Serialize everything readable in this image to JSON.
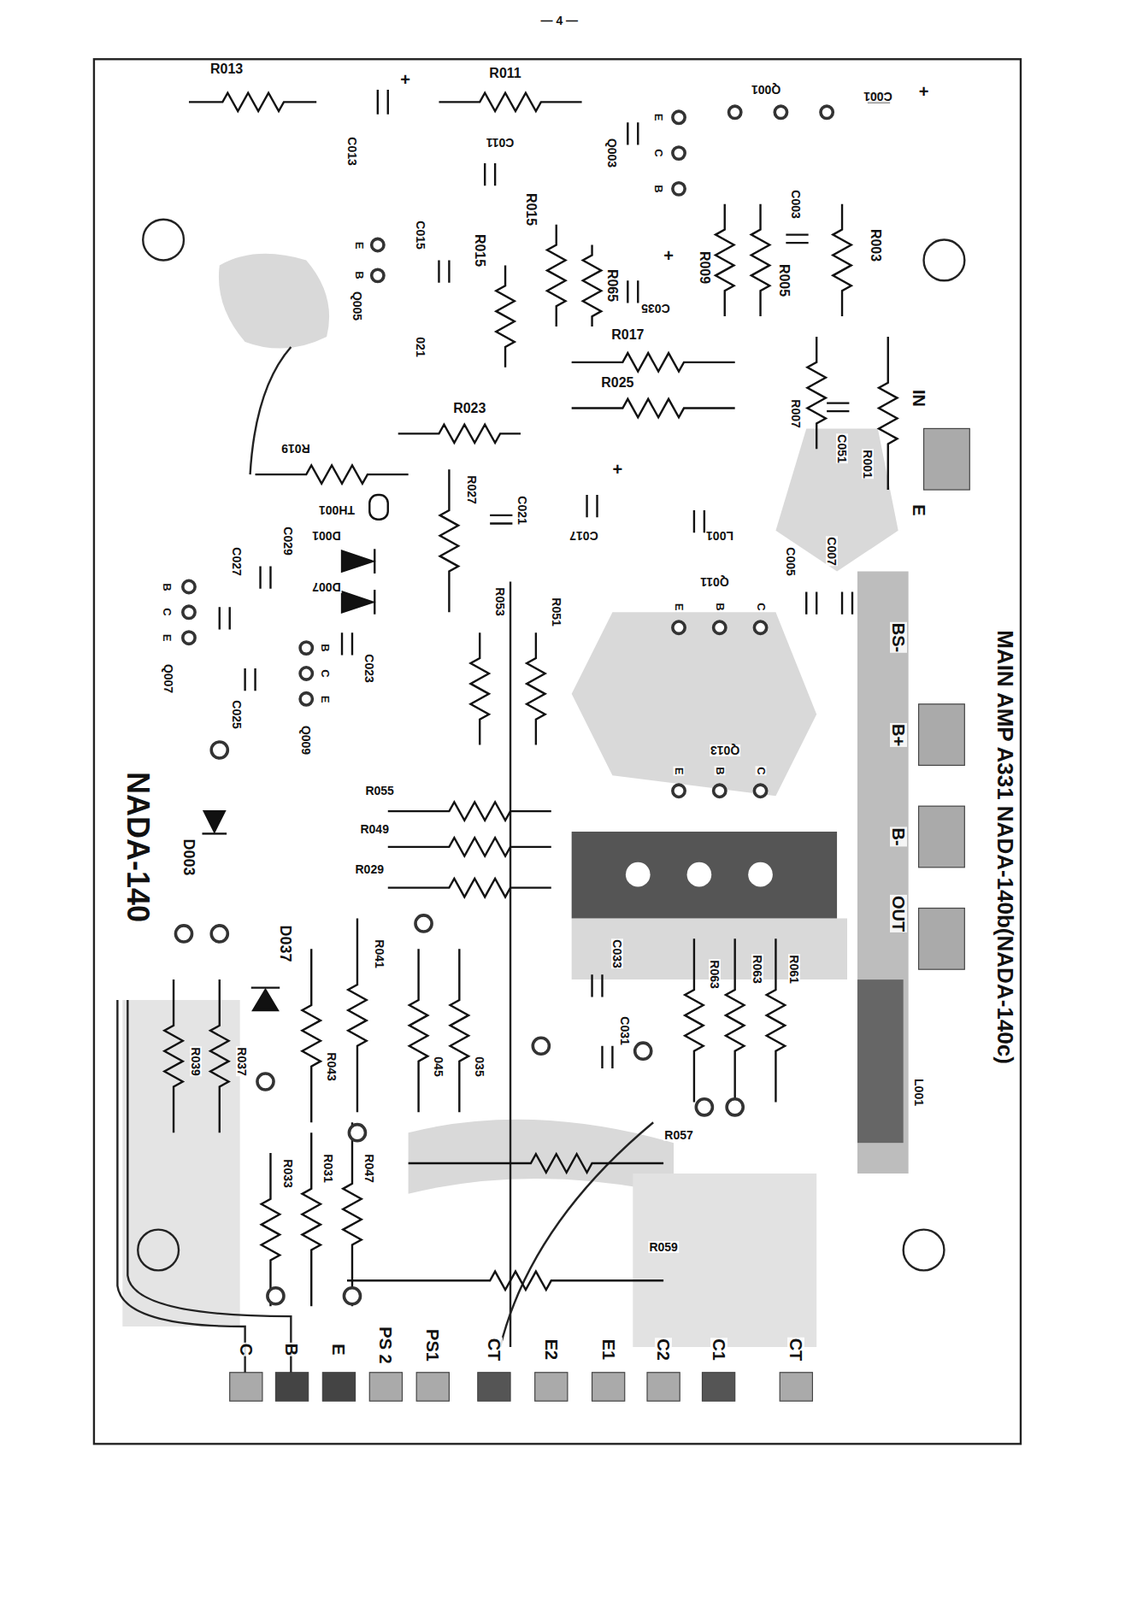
{
  "diagram": {
    "labels": [
      "— 4 —",
      "MAIN AMP A331 NADA-140b(NADA-140c)",
      "NADA-140",
      "R013",
      "+",
      "R011",
      "C013",
      "C011",
      "Q003",
      "Q001",
      "C001",
      "+",
      "C003",
      "R003",
      "R005",
      "R009",
      "R015",
      "R015",
      "R065",
      "+",
      "C035",
      "C015",
      "Q005",
      "021",
      "R017",
      "R025",
      "R007",
      "C051",
      "IN",
      "R001",
      "E",
      "R023",
      "R019",
      "TH001",
      "R027",
      "C021",
      "+",
      "C017",
      "L001",
      "C005",
      "C007",
      "Q011",
      "D001",
      "D007",
      "C029",
      "C027",
      "Q007",
      "C023",
      "Q009",
      "C025",
      "R053",
      "R051",
      "BS-",
      "B+",
      "Q013",
      "R055",
      "R049",
      "R029",
      "B-",
      "OUT",
      "D003",
      "D037",
      "R041",
      "C033",
      "R063",
      "R063",
      "R061",
      "L001",
      "C031",
      "R039",
      "R037",
      "R043",
      "045",
      "035",
      "R033",
      "R031",
      "R047",
      "R057",
      "R059",
      "C",
      "B",
      "E",
      "PS 2",
      "PS1",
      "CT",
      "E2",
      "E1",
      "C2",
      "C1",
      "CT",
      "E",
      "C",
      "B",
      "E",
      "B",
      "B",
      "C",
      "E",
      "B",
      "C",
      "E",
      "E",
      "B",
      "C",
      "E",
      "B",
      "C"
    ]
  }
}
